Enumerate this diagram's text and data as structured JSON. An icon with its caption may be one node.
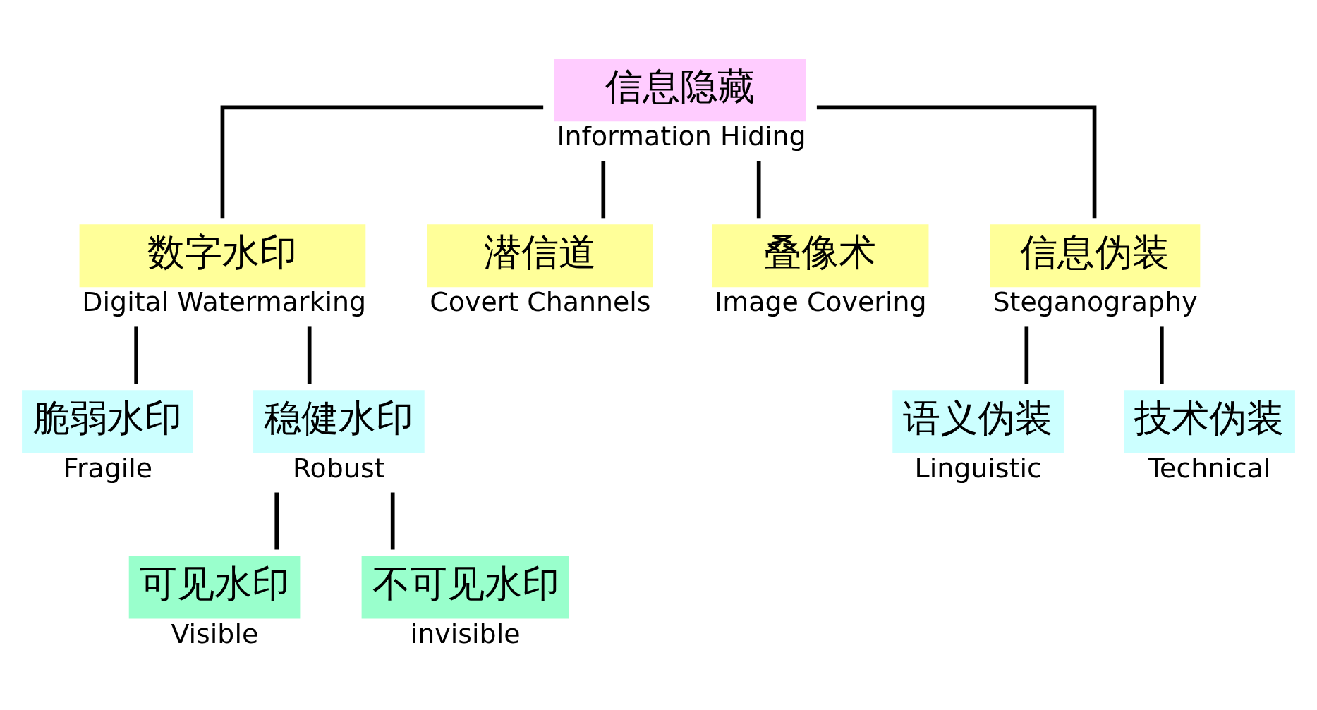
{
  "diagram": {
    "nodes": [
      {
        "text": [
          "信息隐藏",
          "Information Hiding"
        ]
      },
      {
        "text": [
          "数字水印",
          "Digital Watermarking"
        ]
      },
      {
        "text": [
          "潜信道",
          "Covert Channels"
        ]
      },
      {
        "text": [
          "叠像术",
          "Image Covering"
        ]
      },
      {
        "text": [
          "信息伪装",
          "Steganography"
        ]
      },
      {
        "text": [
          "脆弱水印",
          "Fragile"
        ]
      },
      {
        "text": [
          "稳健水印",
          "Robust"
        ]
      },
      {
        "text": [
          "语义伪装",
          "Linguistic"
        ]
      },
      {
        "text": [
          "技术伪装",
          "Technical"
        ]
      },
      {
        "text": [
          "可见水印",
          "Visible"
        ]
      },
      {
        "text": [
          "不可见水印",
          "invisible"
        ]
      }
    ],
    "edges": [
      {
        "from": 0,
        "to": 1,
        "arrow": "none"
      },
      {
        "from": 0,
        "to": 2,
        "arrow": "none"
      },
      {
        "from": 0,
        "to": 3,
        "arrow": "none"
      },
      {
        "from": 0,
        "to": 4,
        "arrow": "none"
      },
      {
        "from": 1,
        "to": 5,
        "arrow": "none"
      },
      {
        "from": 1,
        "to": 6,
        "arrow": "none"
      },
      {
        "from": 4,
        "to": 7,
        "arrow": "none"
      },
      {
        "from": 4,
        "to": 8,
        "arrow": "none"
      },
      {
        "from": 6,
        "to": 9,
        "arrow": "none"
      },
      {
        "from": 6,
        "to": 10,
        "arrow": "none"
      }
    ]
  }
}
